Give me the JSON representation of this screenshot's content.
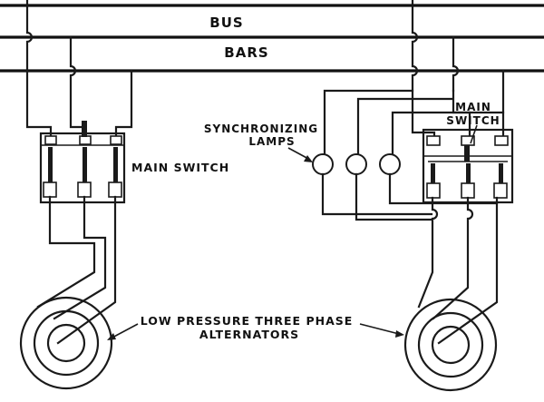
{
  "labels": {
    "bus": "BUS",
    "bars": "BARS",
    "main_switch_left": "MAIN SWITCH",
    "main_switch_right_line1": "MAIN",
    "main_switch_right_line2": "SWITCH",
    "sync_lamps_line1": "SYNCHRONIZING",
    "sync_lamps_line2": "LAMPS",
    "alternators_line1": "LOW PRESSURE THREE PHASE",
    "alternators_line2": "ALTERNATORS"
  },
  "colors": {
    "ink": "#1a1a1a",
    "paper": "#ffffff"
  }
}
